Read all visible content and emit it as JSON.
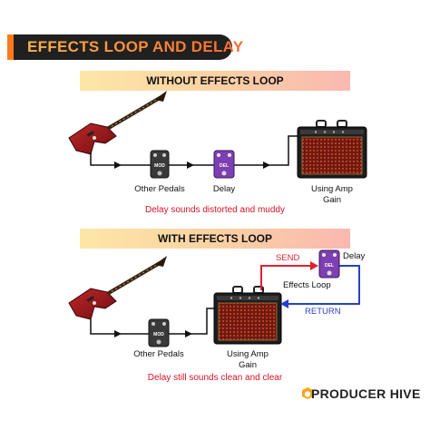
{
  "title": "EFFECTS LOOP AND DELAY",
  "section1": {
    "heading": "WITHOUT EFFECTS LOOP",
    "other_pedals": "Other Pedals",
    "delay": "Delay",
    "amp": "Using Amp Gain",
    "note": "Delay sounds distorted and muddy"
  },
  "section2": {
    "heading": "WITH EFFECTS LOOP",
    "other_pedals": "Other Pedals",
    "amp": "Using Amp Gain",
    "send": "SEND",
    "delay": "Delay",
    "effects_loop": "Effects Loop",
    "return": "RETURN",
    "note": "Delay still sounds clean and clear"
  },
  "pedal_marks": {
    "mod": "MOD",
    "del": "DEL"
  },
  "brand": "PRODUCER HIVE",
  "colors": {
    "send": "#e02030",
    "return": "#2840c8",
    "accent": "#ff7a1f",
    "note": "#d4132a"
  }
}
